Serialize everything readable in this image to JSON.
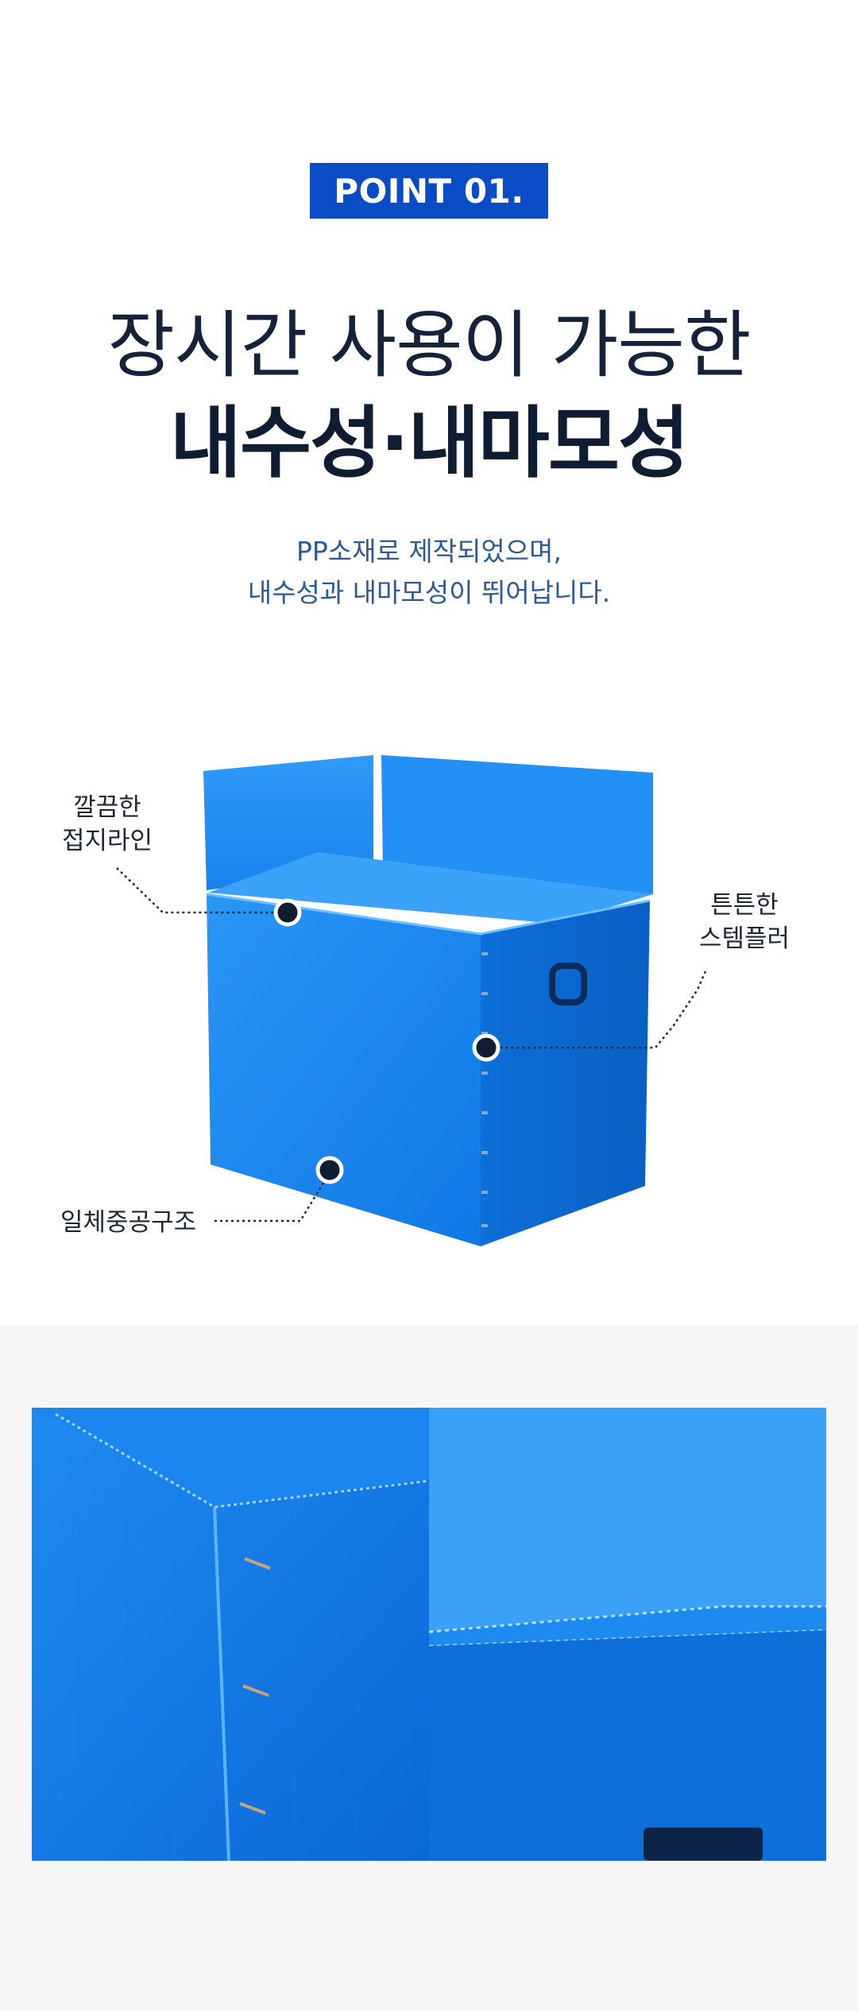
{
  "badge": {
    "label": "POINT 01."
  },
  "headline": {
    "line1": "장시간 사용이 가능한",
    "line2": "내수성·내마모성"
  },
  "description": {
    "line1": "PP소재로 제작되었으며,",
    "line2": "내수성과 내마모성이 뛰어납니다."
  },
  "callouts": {
    "folding": {
      "line1": "깔끔한",
      "line2": "접지라인"
    },
    "stapler": {
      "line1": "튼튼한",
      "line2": "스템플러"
    },
    "structure": {
      "label": "일체중공구조"
    }
  },
  "colors": {
    "accent": "#0a4cc6",
    "box_blue": "#1e88f0",
    "headline": "#0f1d33",
    "description": "#2b5b95",
    "marker": "#0f1d33",
    "section_bg": "#f6f6f6"
  },
  "icons": {
    "marker": "callout-dot-icon"
  }
}
